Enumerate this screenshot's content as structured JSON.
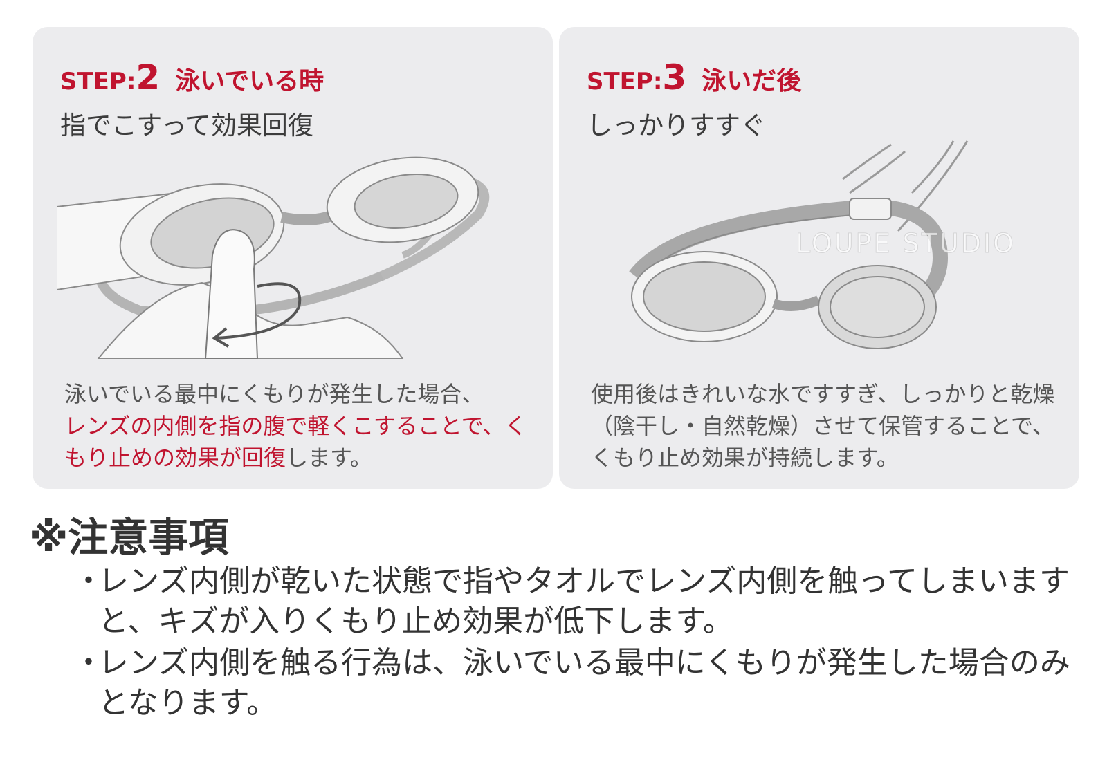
{
  "step2": {
    "label": "STEP:",
    "number": "2",
    "title": "泳いでいる時",
    "subtitle": "指でこすって効果回復",
    "desc_line1": "泳いでいる最中にくもりが発生した場合、",
    "desc_red_line2": "レンズの内側を指の腹で軽くこすることで、",
    "desc_red_line3": "くもり止めの効果が回復",
    "desc_tail": "します。",
    "illustration_icon": "finger-rubbing-goggle-lens-icon"
  },
  "step3": {
    "label": "STEP:",
    "number": "3",
    "title": "泳いだ後",
    "subtitle": "しっかりすすぐ",
    "desc": "使用後はきれいな水ですすぎ、しっかりと乾燥（陰干し・自然乾燥）させて保管することで、くもり止め効果が持続します。",
    "illustration_icon": "rinsing-goggles-icon"
  },
  "notes": {
    "title": "※注意事項",
    "bullet": "・",
    "items": [
      "レンズ内側が乾いた状態で指やタオルでレンズ内側を触ってしまいますと、キズが入りくもり止め効果が低下します。",
      "レンズ内側を触る行為は、泳いでいる最中にくもりが発生した場合のみとなります。"
    ]
  },
  "watermark": "LOUPE STUDIO",
  "colors": {
    "accent": "#c0142f",
    "card_bg": "#ececee",
    "text": "#3a3a3a"
  }
}
